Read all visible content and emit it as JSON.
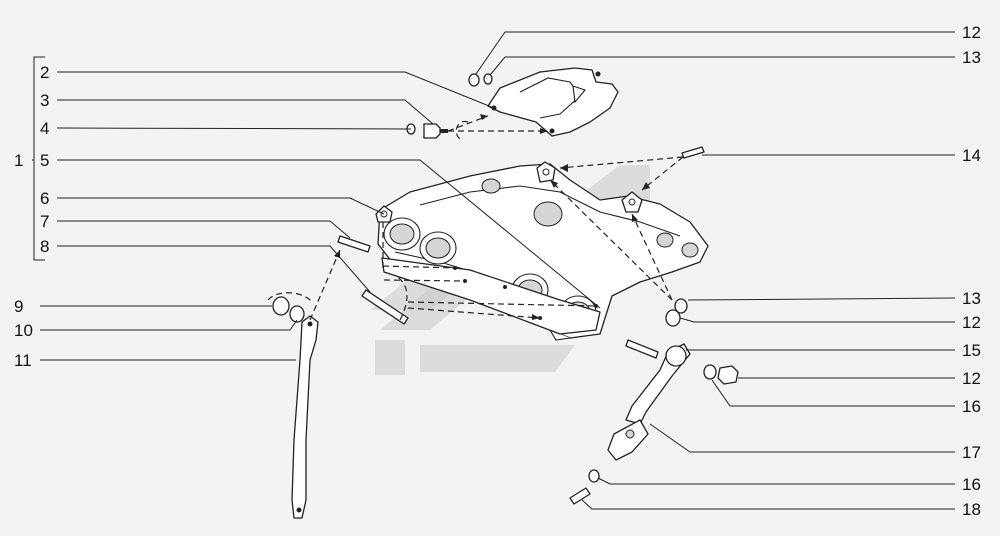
{
  "callouts": {
    "c1": "1",
    "c2": "2",
    "c3": "3",
    "c4": "4",
    "c5": "5",
    "c6": "6",
    "c7": "7",
    "c8": "8",
    "c9": "9",
    "c10": "10",
    "c11": "11",
    "c12a": "12",
    "c13a": "13",
    "c14": "14",
    "c13b": "13",
    "c12b": "12",
    "c15": "15",
    "c12c": "12",
    "c16a": "16",
    "c17": "17",
    "c16b": "16",
    "c18": "18"
  },
  "colors": {
    "line": "#222222",
    "background": "#f3f3f3",
    "watermark": "#c9c9c9"
  }
}
